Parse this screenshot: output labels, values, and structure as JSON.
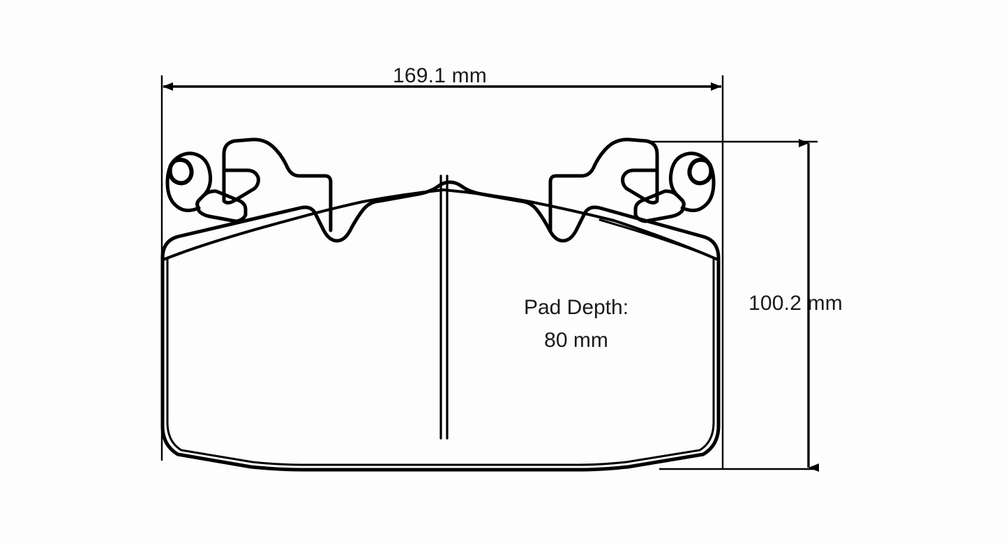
{
  "drawing": {
    "title": "Brake Pad Technical Drawing",
    "background_color": "#fdfdfd",
    "line_color": "#000000",
    "text_color": "#1a1a1a"
  },
  "dimensions": {
    "width": {
      "label": "169.1 mm",
      "value": 169.1,
      "unit": "mm",
      "orientation": "horizontal"
    },
    "height": {
      "label": "100.2 mm",
      "value": 100.2,
      "unit": "mm",
      "orientation": "vertical"
    }
  },
  "annotations": {
    "pad_depth_title": "Pad Depth:",
    "pad_depth_value": "80 mm"
  },
  "part": {
    "name": "brake-pad",
    "features": [
      "left-mounting-ear-with-hole",
      "right-mounting-ear-with-hole",
      "central-slot",
      "backing-plate-outline",
      "friction-material-outline"
    ]
  }
}
